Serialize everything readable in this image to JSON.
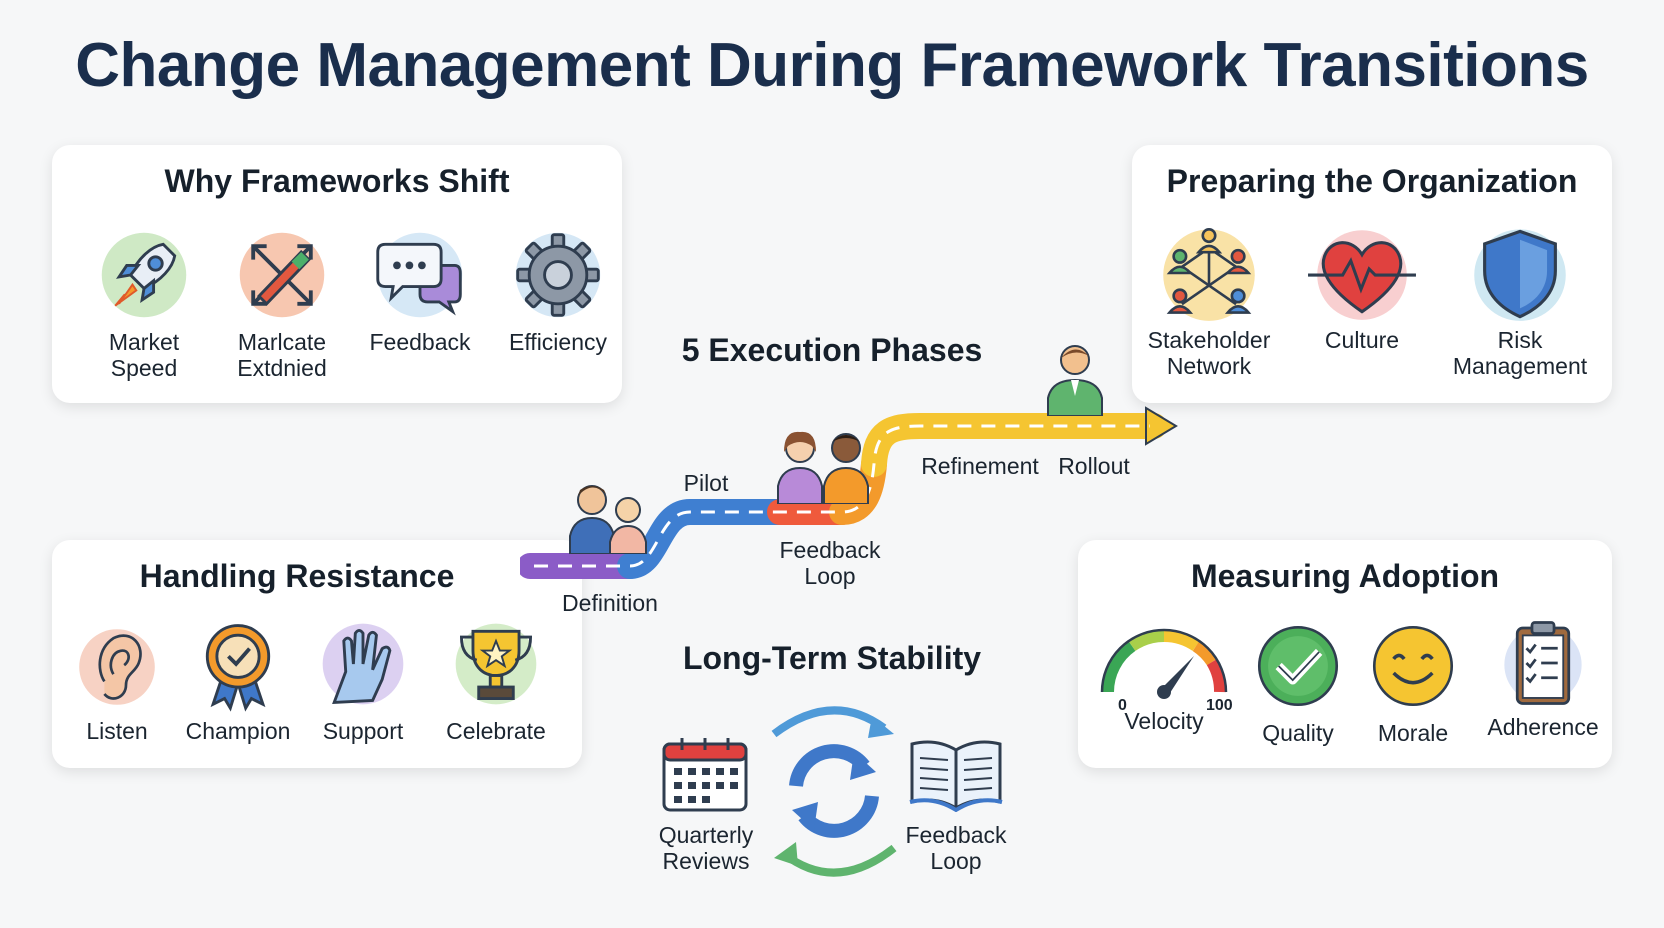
{
  "title": "Change Management During Framework Transitions",
  "why": {
    "title": "Why Frameworks Shift",
    "items": [
      {
        "label": "Market\nSpeed",
        "icon": "rocket-icon"
      },
      {
        "label": "Marlcate\nExtdnied",
        "icon": "expand-arrows-icon"
      },
      {
        "label": "Feedback",
        "icon": "chat-bubbles-icon"
      },
      {
        "label": "Efficiency",
        "icon": "gear-icon"
      }
    ]
  },
  "prepare": {
    "title": "Preparing the Organization",
    "items": [
      {
        "label": "Stakeholder\nNetwork",
        "icon": "network-people-icon"
      },
      {
        "label": "Culture",
        "icon": "heart-pulse-icon"
      },
      {
        "label": "Risk\nManagement",
        "icon": "shield-icon"
      }
    ]
  },
  "phases": {
    "title": "5 Execution Phases",
    "labels": [
      "Definition",
      "Pilot",
      "Feedback\nLoop",
      "Refinement",
      "Rollout"
    ]
  },
  "resistance": {
    "title": "Handling Resistance",
    "items": [
      {
        "label": "Listen",
        "icon": "ear-icon"
      },
      {
        "label": "Champion",
        "icon": "award-badge-icon"
      },
      {
        "label": "Support",
        "icon": "hands-icon"
      },
      {
        "label": "Celebrate",
        "icon": "trophy-icon"
      }
    ]
  },
  "adoption": {
    "title": "Measuring Adoption",
    "gauge_min": "0",
    "gauge_max": "100",
    "items": [
      {
        "label": "Velocity",
        "icon": "gauge-icon"
      },
      {
        "label": "Quality",
        "icon": "checkmark-icon"
      },
      {
        "label": "Morale",
        "icon": "smiley-icon"
      },
      {
        "label": "Adherence",
        "icon": "clipboard-icon"
      }
    ]
  },
  "stability": {
    "title": "Long-Term Stability",
    "left_label": "Quarterly\nReviews",
    "right_label": "Feedback\nLoop"
  },
  "colors": {
    "title": "#1a2e4c",
    "purple": "#8b5cc7",
    "blue": "#3f7fd1",
    "red": "#ef5a3c",
    "orange": "#f39a2b",
    "yellow": "#f5c531"
  }
}
